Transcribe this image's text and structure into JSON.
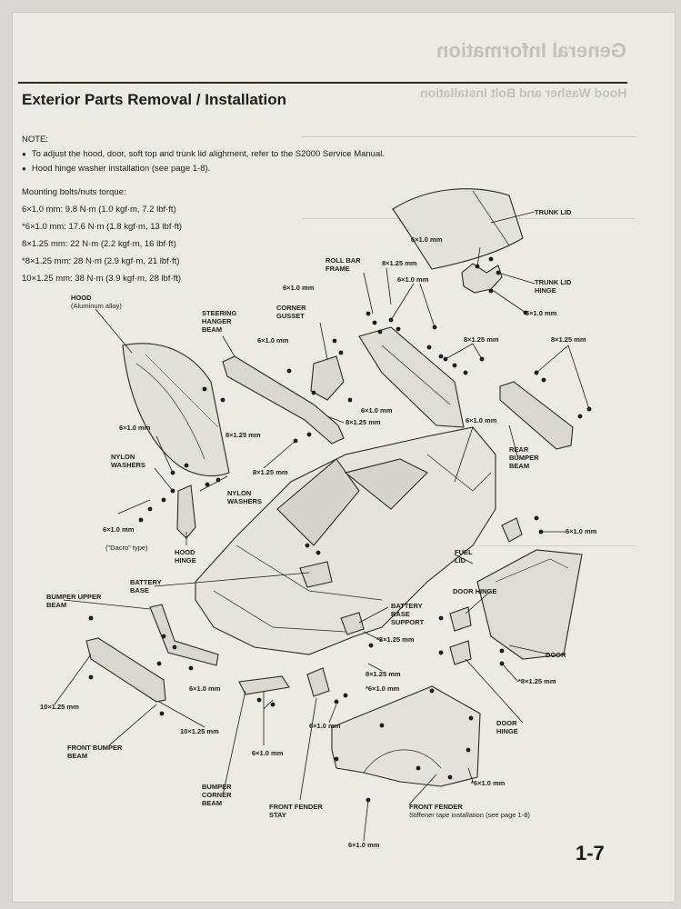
{
  "header": {
    "section_title": "Exterior Parts Removal / Installation",
    "ghost_title": "General Information",
    "ghost_subtitle": "Hood Washer and Bolt Installation"
  },
  "notes": {
    "heading": "NOTE:",
    "items": [
      "To adjust the hood, door, soft top and trunk lid alighment, refer to the S2000 Service Manual.",
      "Hood hinge washer installation (see page 1-8)."
    ]
  },
  "torque": {
    "heading": "Mounting bolts/nuts torque:",
    "specs": [
      "6×1.0 mm: 9.8 N·m (1.0 kgf·m, 7.2 lbf·ft)",
      "*6×1.0 mm: 17.6 N·m (1.8 kgf·m, 13 lbf·ft)",
      "8×1.25 mm: 22 N·m (2.2 kgf·m, 16 lbf·ft)",
      "*8×1.25 mm: 28 N·m (2.9 kgf·m, 21 lbf·ft)",
      "10×1.25 mm: 38 N·m (3.9 kgf·m, 28 lbf·ft)"
    ]
  },
  "parts": {
    "trunk_lid": "TRUNK LID",
    "trunk_lid_hinge": [
      "TRUNK LID",
      "HINGE"
    ],
    "roll_bar_frame": [
      "ROLL BAR",
      "FRAME"
    ],
    "hood": "HOOD",
    "hood_material": "(Aluminum alloy)",
    "steering_hanger_beam": [
      "STEERING",
      "HANGER",
      "BEAM"
    ],
    "corner_gusset": [
      "CORNER",
      "GUSSET"
    ],
    "nylon_washers_a": [
      "NYLON",
      "WASHERS"
    ],
    "nylon_washers_b": [
      "NYLON",
      "WASHERS"
    ],
    "rear_bumper_beam": [
      "REAR",
      "BUMPER",
      "BEAM"
    ],
    "dacro_type": "(\"Dacro\" type)",
    "hood_hinge": [
      "HOOD",
      "HINGE"
    ],
    "fuel_lid": [
      "FUEL",
      "LID"
    ],
    "battery_base": [
      "BATTERY",
      "BASE"
    ],
    "bumper_upper_beam": [
      "BUMPER UPPER",
      "BEAM"
    ],
    "battery_base_support": [
      "BATTERY",
      "BASE",
      "SUPPORT"
    ],
    "door_hinge_top": "DOOR HINGE",
    "door": "DOOR",
    "door_hinge_bottom": [
      "DOOR",
      "HINGE"
    ],
    "front_bumper_beam": [
      "FRONT BUMPER",
      "BEAM"
    ],
    "bumper_corner_beam": [
      "BUMPER",
      "CORNER",
      "BEAM"
    ],
    "front_fender_stay": [
      "FRONT FENDER",
      "STAY"
    ],
    "front_fender": "FRONT FENDER",
    "stiffener_note": "Stiffener tape installation (see page 1-8)"
  },
  "fasteners": {
    "f1": "6×1.0 mm",
    "f2": "8×1.25 mm",
    "f3": "6×1.0 mm",
    "f4": "6×1.0 mm",
    "f5": "6×1.0 mm",
    "f6": "8×1.25 mm",
    "f7": "8×1.25 mm",
    "f8": "6×1.0 mm",
    "f9": "8×1.25 mm",
    "f10": "8×1.25 mm",
    "f11": "6×1.0 mm",
    "f12": "6×1.0 mm",
    "f13": "8×1.25 mm",
    "f14": "6×1.0 mm",
    "f15": "6×1.0 mm",
    "f16": "*8×1.25 mm",
    "f17": "8×1.25 mm",
    "f18": "*6×1.0 mm",
    "f19": "*8×1.25 mm",
    "f20": "10×1.25 mm",
    "f21": "10×1.25 mm",
    "f22": "6×1.0 mm",
    "f23": "6×1.0 mm",
    "f24": "6×1.0 mm",
    "f25": "*6×1.0 mm",
    "f26": "6×1.0 mm",
    "f27": "8×1.25 mm"
  },
  "page_number": "1-7"
}
